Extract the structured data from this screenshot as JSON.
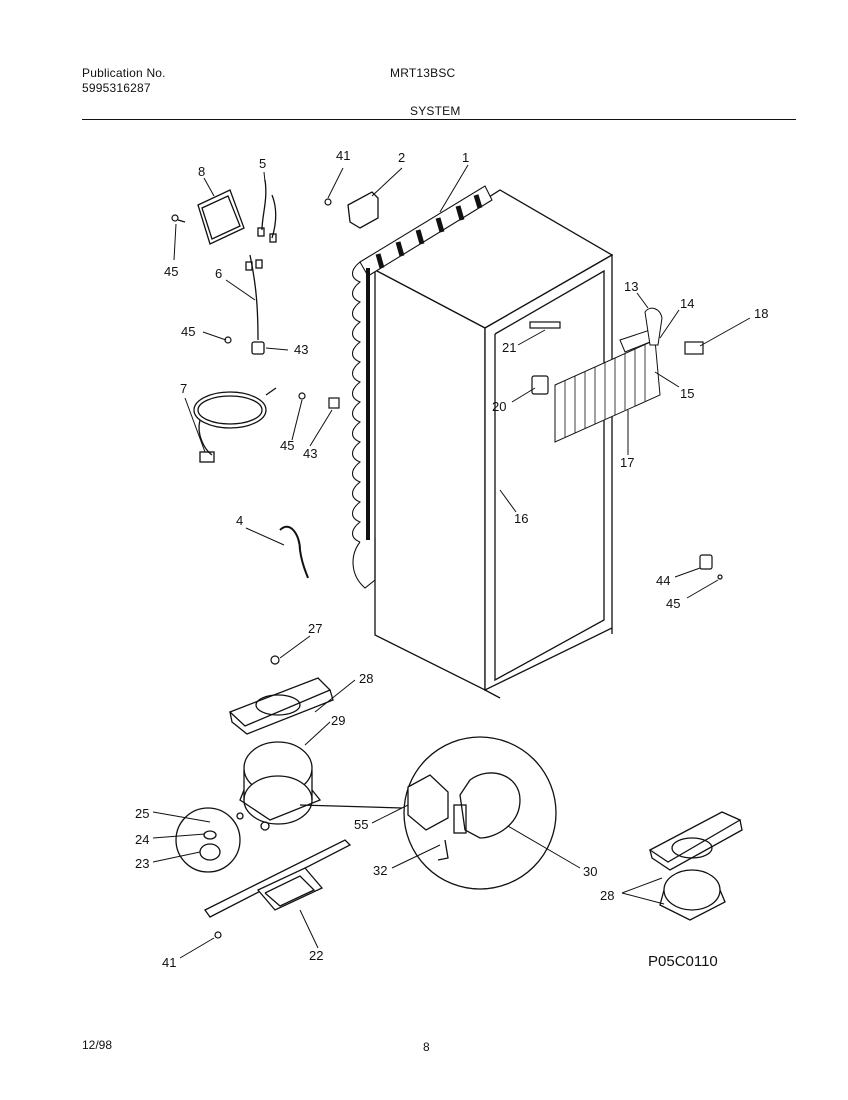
{
  "header": {
    "publication_label": "Publication No.",
    "publication_number": "5995316287",
    "model": "MRT13BSC",
    "section": "SYSTEM"
  },
  "footer": {
    "date": "12/98",
    "page": "8"
  },
  "diagram": {
    "figure_code": "P05C0110",
    "callouts": [
      "1",
      "2",
      "4",
      "5",
      "6",
      "7",
      "8",
      "13",
      "14",
      "15",
      "16",
      "17",
      "18",
      "20",
      "21",
      "22",
      "23",
      "24",
      "25",
      "27",
      "28",
      "28",
      "29",
      "30",
      "32",
      "41",
      "41",
      "43",
      "43",
      "44",
      "45",
      "45",
      "45",
      "45",
      "55"
    ]
  }
}
